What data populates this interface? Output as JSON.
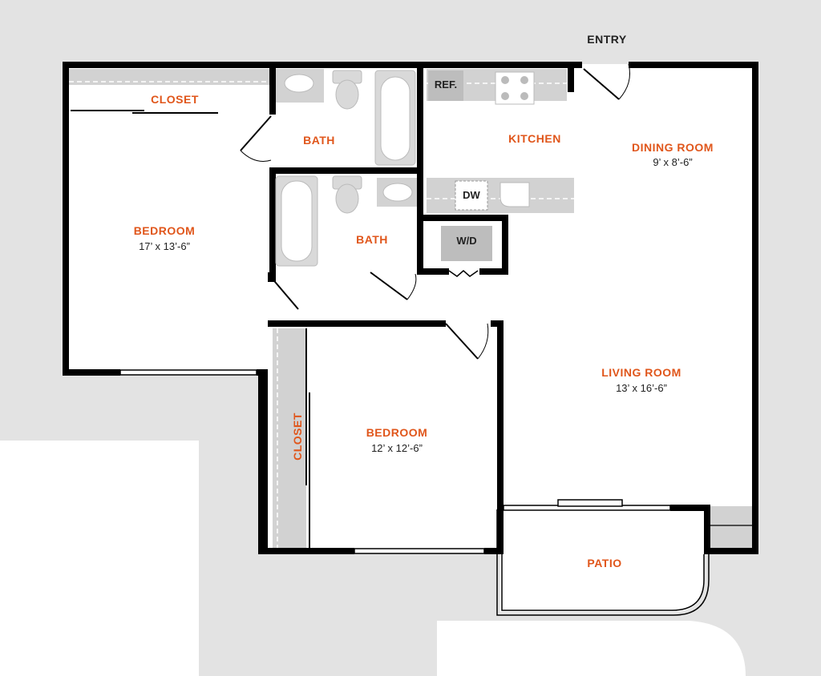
{
  "entry_label": "ENTRY",
  "colors": {
    "accent": "#E0561B",
    "wall": "#000000",
    "site": "#E3E3E3",
    "fixture": "#CFCFCF",
    "text_dark": "#222222"
  },
  "rooms": {
    "bedroom_1": {
      "name": "BEDROOM",
      "dims": "17’ x 13’-6”"
    },
    "bedroom_2": {
      "name": "BEDROOM",
      "dims": "12’ x 12’-6”"
    },
    "closet_1": {
      "name": "CLOSET"
    },
    "closet_2": {
      "name": "CLOSET"
    },
    "bath_1": {
      "name": "BATH"
    },
    "bath_2": {
      "name": "BATH"
    },
    "kitchen": {
      "name": "KITCHEN"
    },
    "dining": {
      "name": "DINING ROOM",
      "dims": "9’ x 8’-6”"
    },
    "living": {
      "name": "LIVING ROOM",
      "dims": "13’ x 16’-6”"
    },
    "patio": {
      "name": "PATIO"
    }
  },
  "fixtures": {
    "refrigerator": "REF.",
    "dishwasher": "DW",
    "washer_dryer": "W/D"
  }
}
